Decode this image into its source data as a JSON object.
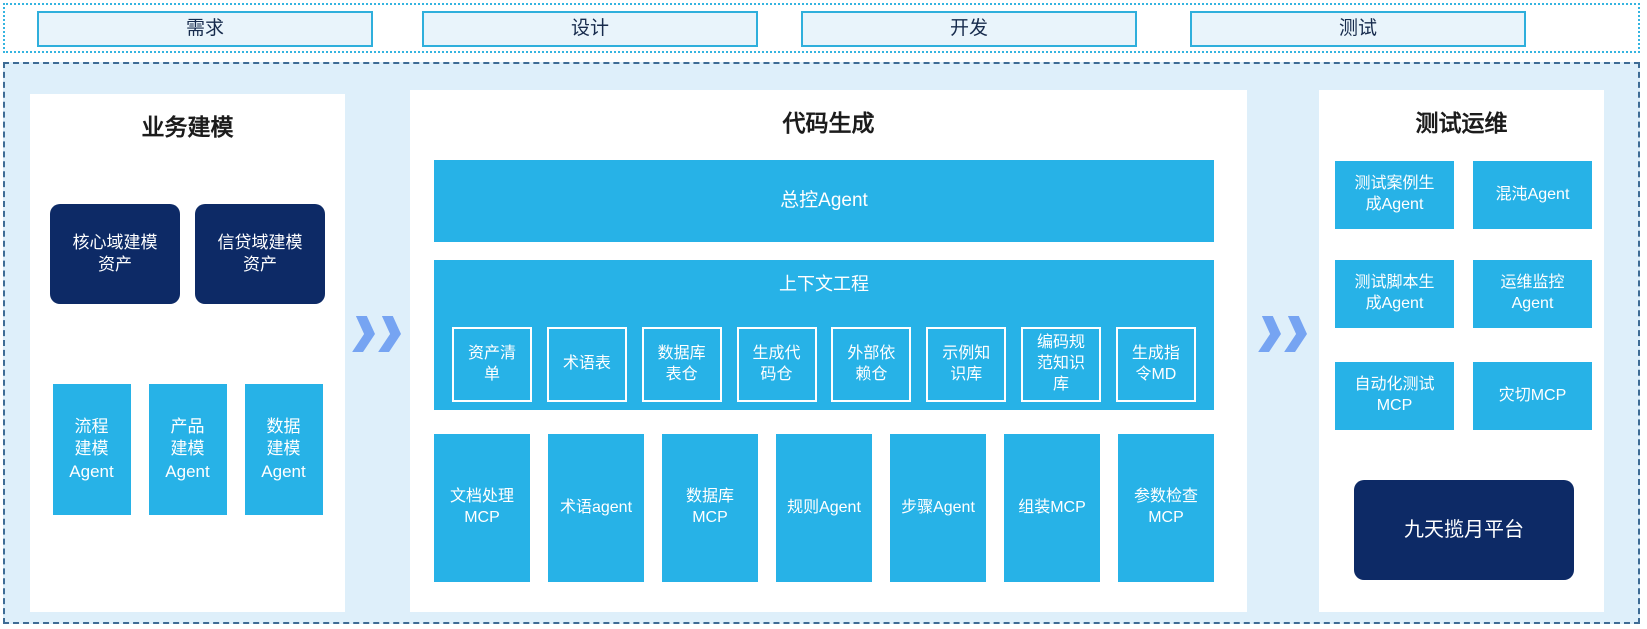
{
  "phases": [
    {
      "label": "需求"
    },
    {
      "label": "设计"
    },
    {
      "label": "开发"
    },
    {
      "label": "测试"
    }
  ],
  "business_modeling": {
    "title": "业务建模",
    "assets": [
      {
        "label": "核心域建模\n资产"
      },
      {
        "label": "信贷域建模\n资产"
      }
    ],
    "agents": [
      {
        "label": "流程\n建模\nAgent"
      },
      {
        "label": "产品\n建模\nAgent"
      },
      {
        "label": "数据\n建模\nAgent"
      }
    ]
  },
  "code_generation": {
    "title": "代码生成",
    "master_agent": "总控Agent",
    "context_engineering": {
      "title": "上下文工程",
      "items": [
        {
          "label": "资产清\n单"
        },
        {
          "label": "术语表"
        },
        {
          "label": "数据库\n表仓"
        },
        {
          "label": "生成代\n码仓"
        },
        {
          "label": "外部依\n赖仓"
        },
        {
          "label": "示例知\n识库"
        },
        {
          "label": "编码规\n范知识\n库"
        },
        {
          "label": "生成指\n令MD"
        }
      ]
    },
    "tools": [
      {
        "label": "文档处理\nMCP"
      },
      {
        "label": "术语agent"
      },
      {
        "label": "数据库\nMCP"
      },
      {
        "label": "规则Agent"
      },
      {
        "label": "步骤Agent"
      },
      {
        "label": "组装MCP"
      },
      {
        "label": "参数检查\nMCP"
      }
    ]
  },
  "test_ops": {
    "title": "测试运维",
    "boxes": [
      {
        "label": "测试案例生\n成Agent"
      },
      {
        "label": "混沌Agent"
      },
      {
        "label": "测试脚本生\n成Agent"
      },
      {
        "label": "运维监控\nAgent"
      },
      {
        "label": "自动化测试\nMCP"
      },
      {
        "label": "灾切MCP"
      }
    ],
    "platform": "九天揽月平台"
  },
  "icons": {
    "flow_arrow": "double-chevron-right"
  },
  "colors": {
    "cyan": "#27b2e7",
    "navy": "#0d2a66",
    "band_background": "#deeffa",
    "band_border": "#3e6c95",
    "top_border": "#35b4e0",
    "phase_fill": "#e9f4fb",
    "phase_border": "#2fafdc",
    "arrow": "#76a4f2"
  }
}
